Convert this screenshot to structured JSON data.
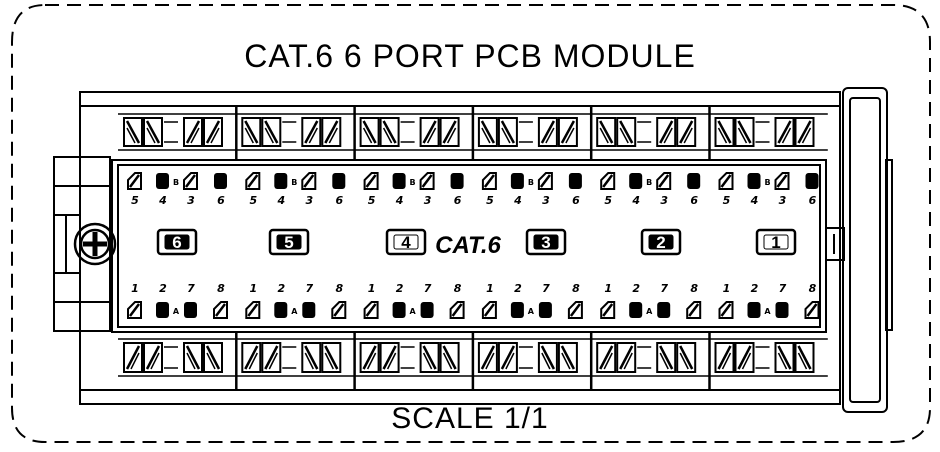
{
  "title": "CAT.6 6 PORT PCB MODULE",
  "scale_label": "SCALE 1/1",
  "logo_text": "CAT.6",
  "ports": [
    {
      "number": "6",
      "inverted": true
    },
    {
      "number": "5",
      "inverted": true
    },
    {
      "number": "4",
      "inverted": false
    },
    {
      "number": "3",
      "inverted": true
    },
    {
      "number": "2",
      "inverted": true
    },
    {
      "number": "1",
      "inverted": false
    }
  ],
  "pin_labels_top": [
    "5",
    "4",
    "3",
    "6"
  ],
  "pin_labels_bottom": [
    "1",
    "2",
    "7",
    "8"
  ],
  "pair_marker_top": "B",
  "pair_marker_bottom": "A",
  "colors": {
    "line": "#000000",
    "background": "#ffffff"
  },
  "icons": [
    "screw-icon"
  ]
}
